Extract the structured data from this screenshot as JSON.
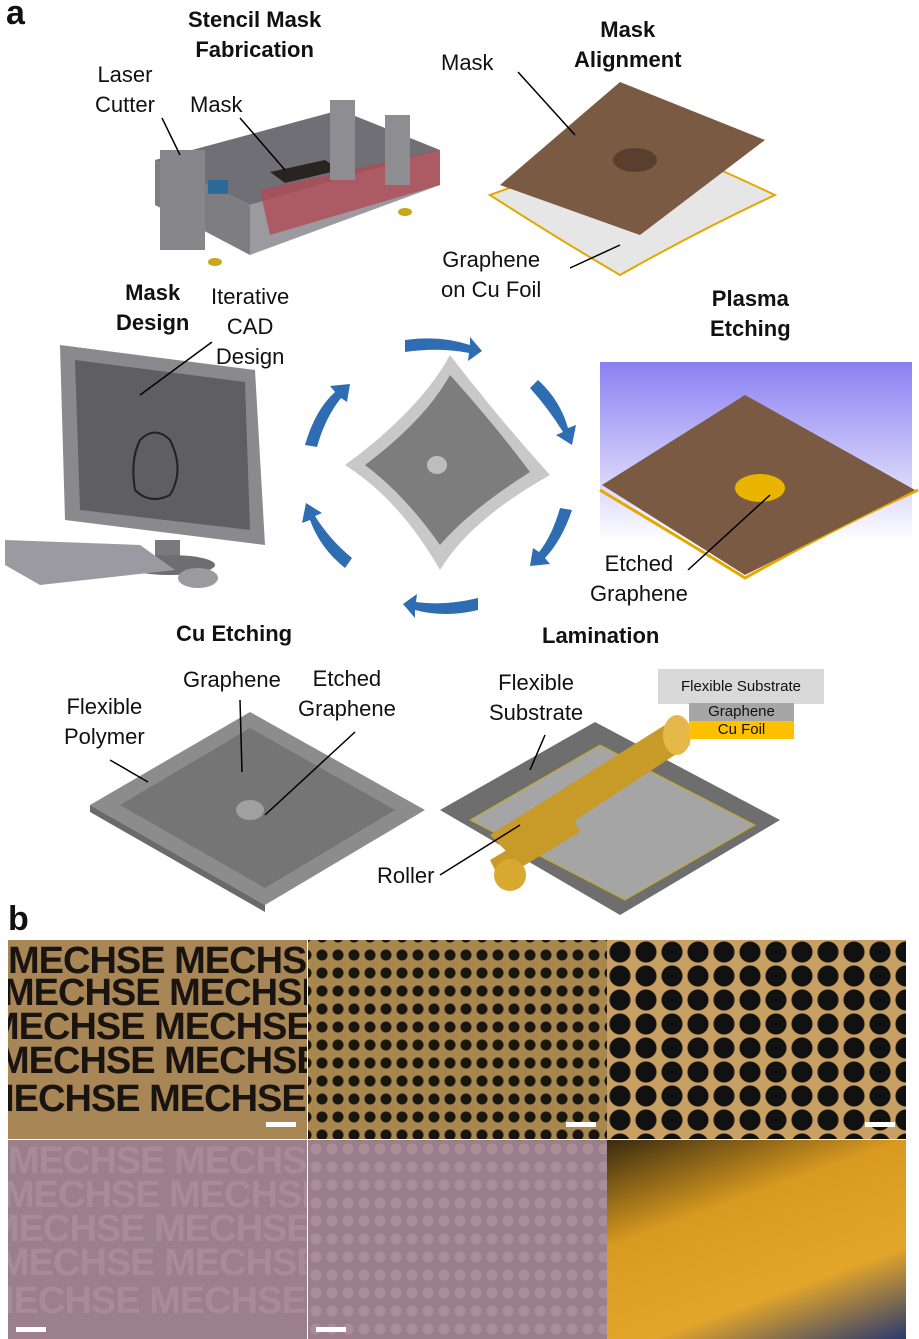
{
  "panel_a": {
    "letter": "a",
    "titles": {
      "stencil": "Stencil Mask\nFabrication",
      "alignment": "Mask\nAlignment",
      "plasma": "Plasma\nEtching",
      "lamination": "Lamination",
      "cu_etching": "Cu Etching",
      "design": "Mask\nDesign"
    },
    "labels": {
      "laser_cutter": "Laser\nCutter",
      "mask_cutter": "Mask",
      "mask_align": "Mask",
      "graphene_cu": "Graphene\non Cu Foil",
      "iterative_cad": "Iterative\nCAD\nDesign",
      "etched_graphene_plasma": "Etched\nGraphene",
      "flexible_substrate": "Flexible\nSubstrate",
      "roller": "Roller",
      "flexible_polymer": "Flexible\nPolymer",
      "graphene": "Graphene",
      "etched_graphene_cu": "Etched\nGraphene"
    },
    "legend": {
      "substrate": "Flexible Substrate",
      "graphene": "Graphene",
      "cu_foil": "Cu Foil"
    },
    "colors": {
      "mask": "#7b5a44",
      "cu": "#f0b400",
      "arrow": "#2f6db3",
      "plasma": "#9a90f0"
    }
  },
  "panel_b": {
    "letter": "b",
    "watermark_text": "MECHSE MECHSE MECHSE"
  }
}
